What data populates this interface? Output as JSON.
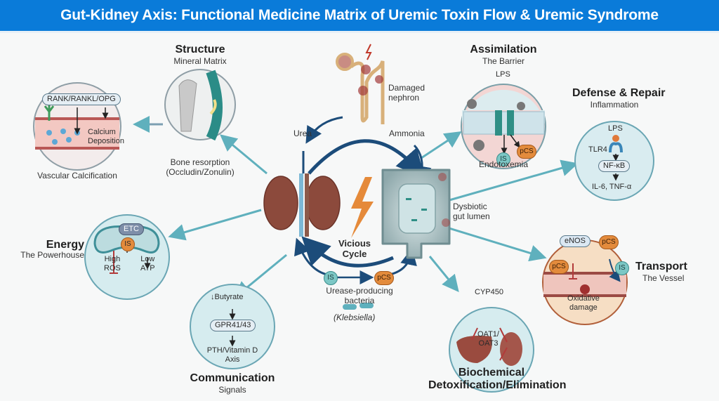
{
  "title": "Gut-Kidney Axis: Functional Medicine Matrix of Uremic Toxin Flow & Uremic Syndrome",
  "colors": {
    "title_bar": "#0a7bd9",
    "teal_arrow": "#5fb0bd",
    "navy_arrow": "#1c4c7a",
    "is_badge": "#7cc7c5",
    "pcs_badge": "#e38b3c",
    "inhibit_red": "#b23a3a"
  },
  "center": {
    "nephron_label": "Damaged\nnephron",
    "urea_label": "Urea",
    "ammonia_label": "Ammonia",
    "gut_label": "Dysbiotic\ngut lumen",
    "cycle_label": "Vicious\nCycle",
    "is_badge": "IS",
    "pcs_badge": "pCS",
    "bacteria_label": "Urease-producing\nbacteria",
    "bacteria_species": "(Klebsiella)"
  },
  "nodes": {
    "structure": {
      "title": "Structure",
      "subtitle": "Mineral Matrix",
      "caption": "Bone resorption\n(Occludin/Zonulin)"
    },
    "vascular": {
      "pill": "RANK/RANKL/OPG",
      "inner_label": "Calcium\nDeposition",
      "caption": "Vascular Calcification"
    },
    "assimilation": {
      "title": "Assimilation",
      "subtitle": "The Barrier",
      "lps": "LPS",
      "is_badge": "IS",
      "pcs_badge": "pCS",
      "caption": "Endotoxemia"
    },
    "defense": {
      "title": "Defense & Repair",
      "subtitle": "Inflammation",
      "lps": "LPS",
      "receptor": "TLR4",
      "pill": "NF-κB",
      "output": "IL-6, TNF-α"
    },
    "energy": {
      "title": "Energy",
      "subtitle": "The Powerhouse",
      "etc": "ETC",
      "is_badge": "IS",
      "left_label": "High\nROS",
      "right_label": "Low\nATP"
    },
    "transport": {
      "title": "Transport",
      "subtitle": "The Vessel",
      "enos": "eNOS",
      "pcs_top": "pCS",
      "pcs_left": "pCS",
      "is_badge": "IS",
      "caption": "Oxidative\ndamage"
    },
    "communication": {
      "title": "Communication",
      "subtitle": "Signals",
      "top": "↓Butyrate",
      "pill": "GPR41/43",
      "bottom": "PTH/Vitamin D\nAxis"
    },
    "detox": {
      "title": "Biochemical\nDetoxification/Elimination",
      "cyp": "CYP450",
      "oat": "OAT1/\nOAT3"
    }
  }
}
